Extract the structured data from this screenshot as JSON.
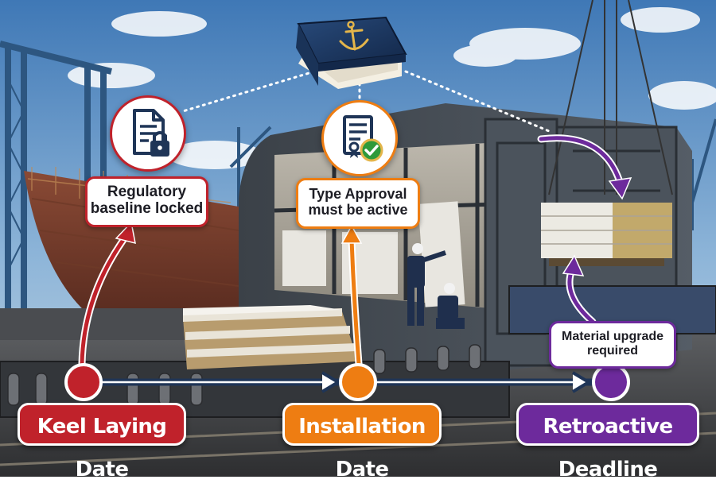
{
  "callouts": {
    "regulatory": {
      "line1": "Regulatory",
      "line2": "baseline locked"
    },
    "type_approval": {
      "line1": "Type Approval",
      "line2": "must be active"
    },
    "material": {
      "line1": "Material upgrade",
      "line2": "required"
    }
  },
  "timeline": {
    "keel_label": "Keel Laying Date",
    "installation_label": "Installation Date",
    "retroactive_label": "Retroactive Deadline"
  },
  "colors": {
    "red": "#c0222b",
    "orange": "#ee7d12",
    "purple": "#6d2a9c",
    "navy": "#1f3557",
    "gold": "#e4b54a",
    "green": "#2f9a3a"
  },
  "icons": {
    "regulation_book": "anchor-book-icon",
    "regulatory_badge": "locked-document-icon",
    "approval_badge": "certificate-check-icon"
  }
}
